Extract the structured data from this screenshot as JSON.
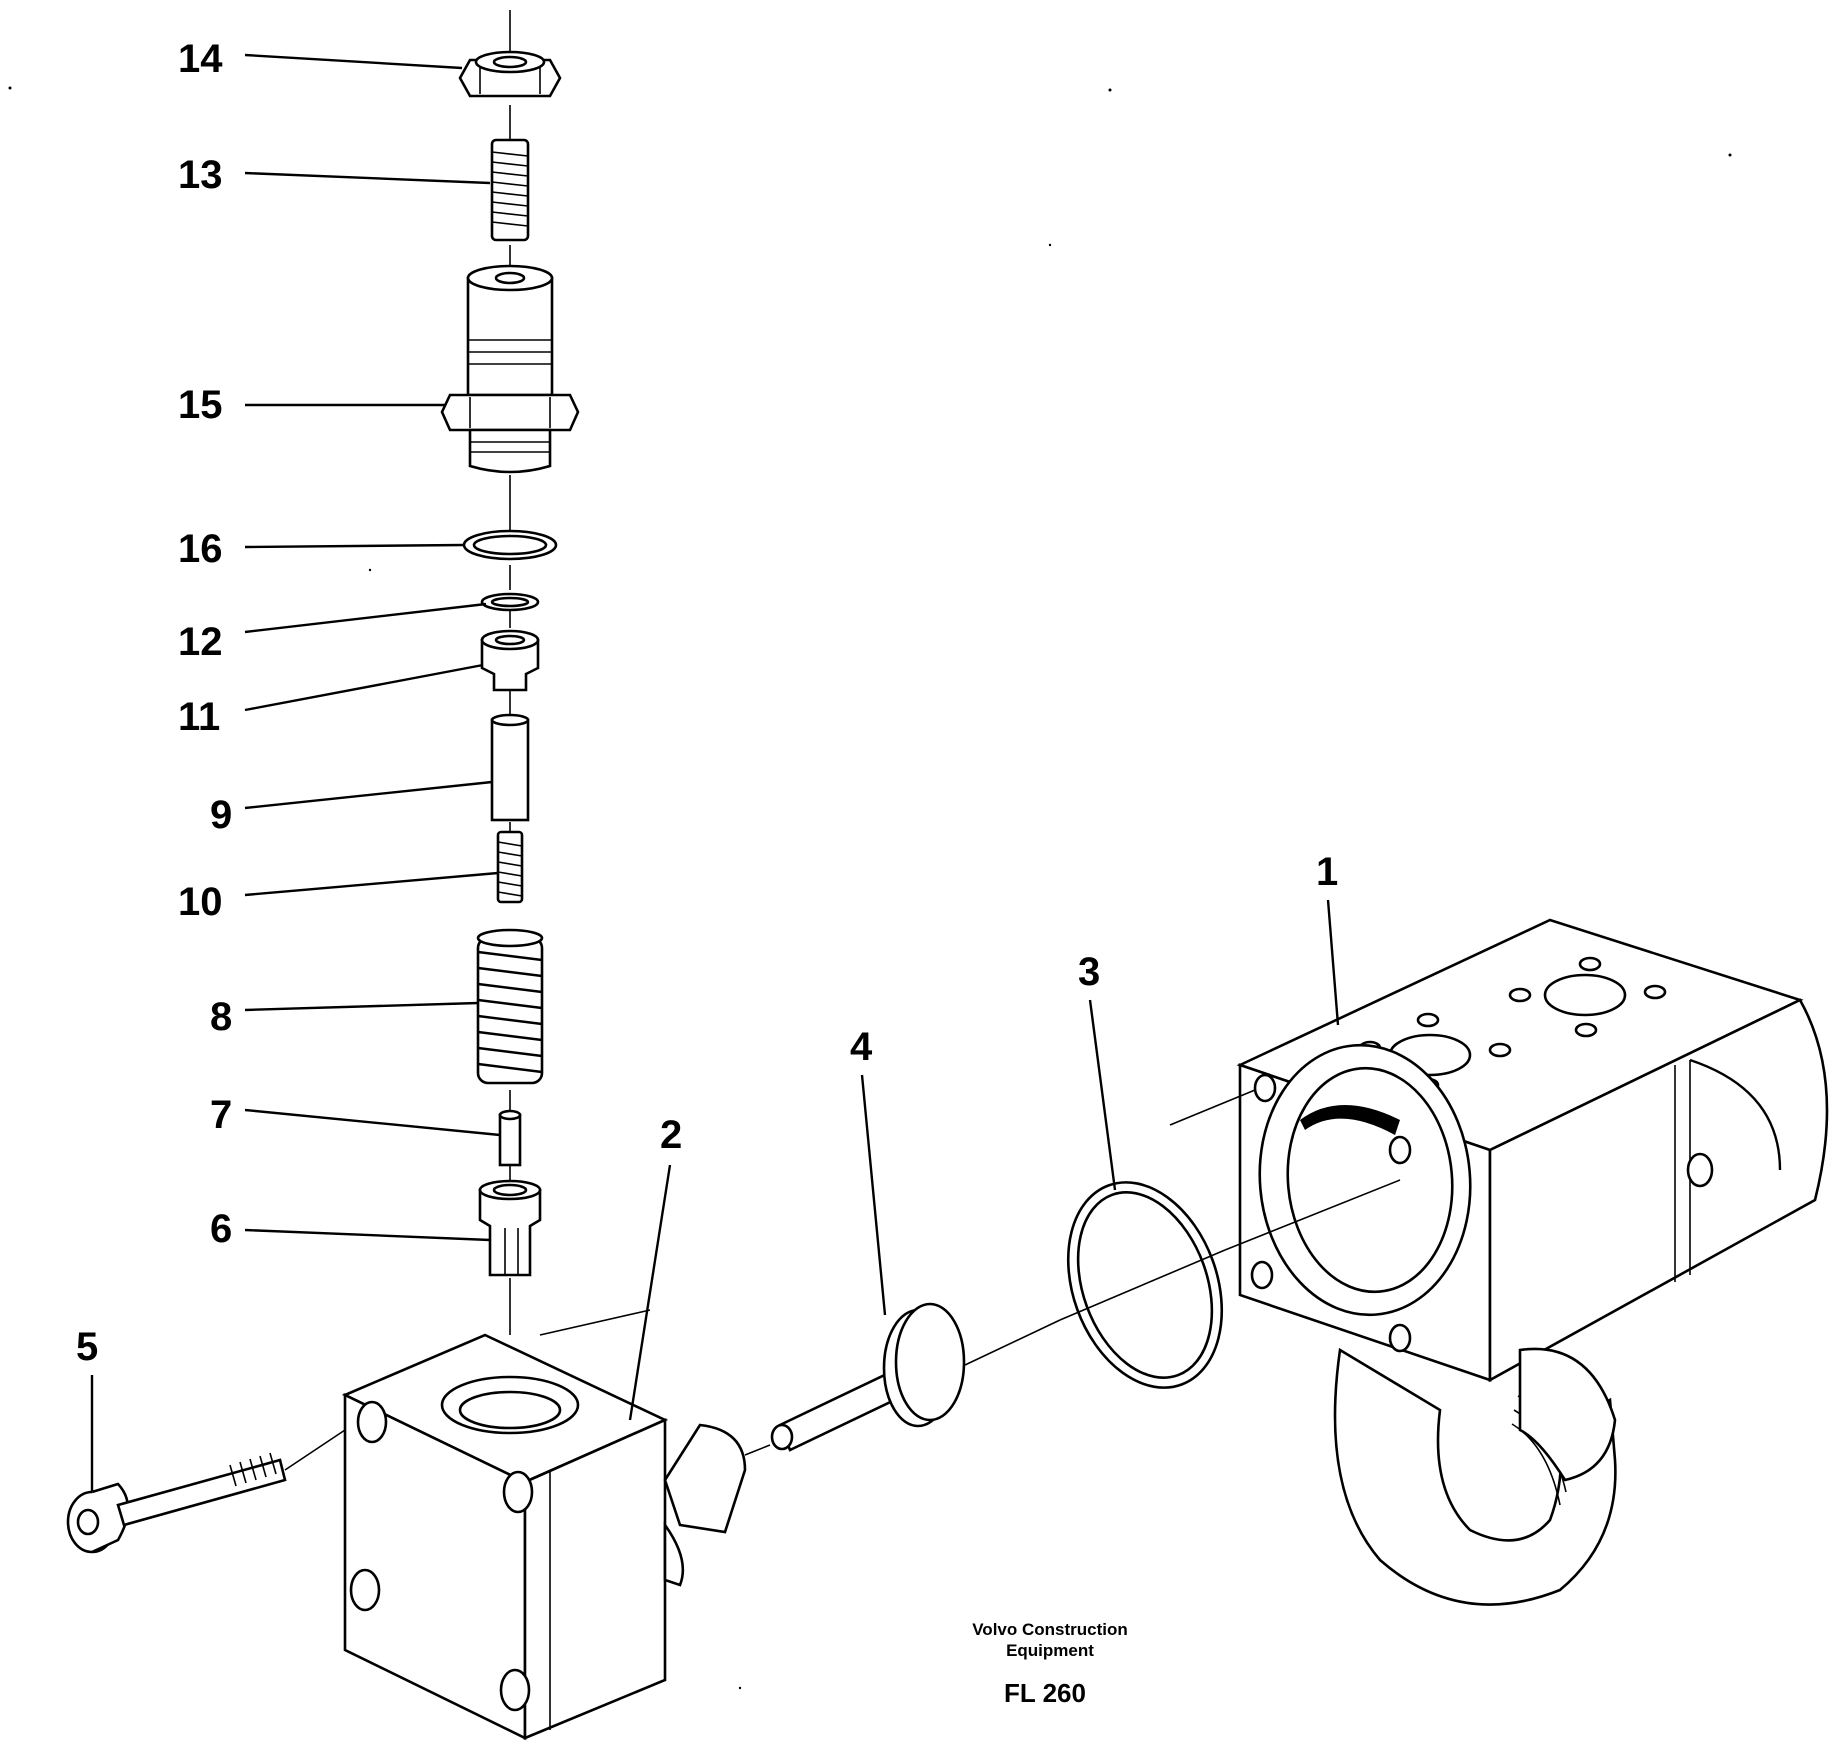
{
  "diagram": {
    "callouts": [
      "14",
      "13",
      "15",
      "16",
      "12",
      "11",
      "9",
      "10",
      "8",
      "7",
      "6",
      "5",
      "2",
      "4",
      "3",
      "1"
    ],
    "caption": {
      "line1": "Volvo Construction",
      "line2": "Equipment",
      "model": "FL 260"
    }
  }
}
